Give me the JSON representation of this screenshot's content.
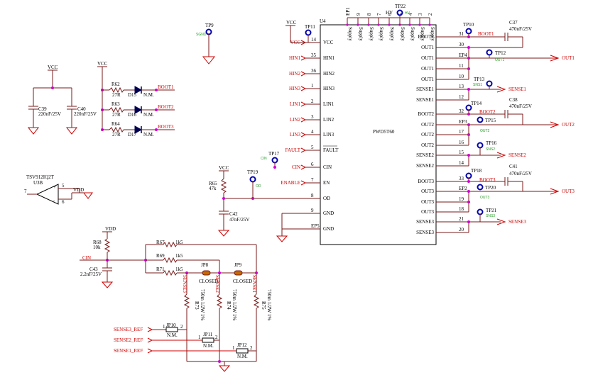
{
  "ic": {
    "ref": "U4",
    "name": "PWD5T60",
    "left_pins": [
      {
        "num": "14",
        "name": "VCC",
        "net": "VCC"
      },
      {
        "num": "35",
        "name": "HIN1",
        "net": "HIN1"
      },
      {
        "num": "36",
        "name": "HIN2",
        "net": "HIN2"
      },
      {
        "num": "1",
        "name": "HIN3",
        "net": "HIN3"
      },
      {
        "num": "2",
        "name": "LIN1",
        "net": "LIN1"
      },
      {
        "num": "3",
        "name": "LIN2",
        "net": "LIN2"
      },
      {
        "num": "4",
        "name": "LIN3",
        "net": "LIN3"
      },
      {
        "num": "5",
        "name": "FAULT",
        "net": "FAULT"
      },
      {
        "num": "6",
        "name": "CIN",
        "net": "CIN"
      },
      {
        "num": "7",
        "name": "EN",
        "net": "ENABLE"
      },
      {
        "num": "8",
        "name": "OD",
        "net": ""
      },
      {
        "num": "9",
        "name": "GND",
        "net": ""
      },
      {
        "num": "EP5",
        "name": "GND",
        "net": ""
      }
    ],
    "right_pins": [
      {
        "num": "31",
        "name": "BOOT1"
      },
      {
        "num": "30",
        "name": "OUT1"
      },
      {
        "num": "EP4",
        "name": "OUT1"
      },
      {
        "num": "11",
        "name": "OUT1"
      },
      {
        "num": "10",
        "name": "OUT1"
      },
      {
        "num": "13",
        "name": "SENSE1"
      },
      {
        "num": "12",
        "name": "SENSE1"
      },
      {
        "num": "32",
        "name": "BOOT2"
      },
      {
        "num": "EP3",
        "name": "OUT2"
      },
      {
        "num": "17",
        "name": "OUT2"
      },
      {
        "num": "16",
        "name": "OUT2"
      },
      {
        "num": "15",
        "name": "SENSE2"
      },
      {
        "num": "14",
        "name": "SENSE2"
      },
      {
        "num": "33",
        "name": "BOOT3"
      },
      {
        "num": "EP2",
        "name": "OUT3"
      },
      {
        "num": "19",
        "name": "OUT3"
      },
      {
        "num": "18",
        "name": "OUT3"
      },
      {
        "num": "21",
        "name": "SENSE3"
      },
      {
        "num": "20",
        "name": "SENSE3"
      }
    ],
    "top_pins": [
      {
        "num": "EP1",
        "name": "Supply"
      },
      {
        "num": "9",
        "name": "Supply"
      },
      {
        "num": "8",
        "name": "Supply"
      },
      {
        "num": "7",
        "name": "Supply"
      },
      {
        "num": "6",
        "name": "Supply"
      },
      {
        "num": "5",
        "name": "Supply"
      },
      {
        "num": "4",
        "name": "Supply"
      },
      {
        "num": "3",
        "name": "Supply"
      },
      {
        "num": "2",
        "name": "Supply"
      }
    ],
    "hv_label": "HV"
  },
  "nets": {
    "vcc": "VCC",
    "vdd": "VDD",
    "boot1": "BOOT1",
    "boot2": "BOOT2",
    "boot3": "BOOT3",
    "out1": "OUT1",
    "out2": "OUT2",
    "out3": "OUT3",
    "sense1": "SENSE1",
    "sense2": "SENSE2",
    "sense3": "SENSE3",
    "cin": "CIN",
    "sense3_ref": "SENSE3_REF",
    "sense2_ref": "SENSE2_REF",
    "sense1_ref": "SENSE1_REF"
  },
  "testpoints": [
    {
      "ref": "TP9",
      "net": "SGND"
    },
    {
      "ref": "TP22",
      "net": "HV"
    },
    {
      "ref": "TP11",
      "net": ""
    },
    {
      "ref": "TP10",
      "net": ""
    },
    {
      "ref": "TP12",
      "net": "OUT1"
    },
    {
      "ref": "TP13",
      "net": "SNS1"
    },
    {
      "ref": "TP14",
      "net": ""
    },
    {
      "ref": "TP15",
      "net": "OUT2"
    },
    {
      "ref": "TP16",
      "net": "SNS2"
    },
    {
      "ref": "TP18",
      "net": ""
    },
    {
      "ref": "TP20",
      "net": "OUT3"
    },
    {
      "ref": "TP21",
      "net": "SNS3"
    },
    {
      "ref": "TP17",
      "net": "CIN"
    },
    {
      "ref": "TP19",
      "net": "OD"
    }
  ],
  "caps": [
    {
      "ref": "C39",
      "value": "220nF/25V"
    },
    {
      "ref": "C40",
      "value": "220nF/25V"
    },
    {
      "ref": "C37",
      "value": "470nF/25V"
    },
    {
      "ref": "C38",
      "value": "470nF/25V"
    },
    {
      "ref": "C41",
      "value": "470nF/25V"
    },
    {
      "ref": "C42",
      "value": "47nF/25V"
    },
    {
      "ref": "C43",
      "value": "2.2nF/25V"
    }
  ],
  "resistors": [
    {
      "ref": "R62",
      "value": "27R"
    },
    {
      "ref": "R63",
      "value": "27R"
    },
    {
      "ref": "R64",
      "value": "27R"
    },
    {
      "ref": "R65",
      "value": "47k"
    },
    {
      "ref": "R68",
      "value": "10k"
    },
    {
      "ref": "R67",
      "value": "1k5"
    },
    {
      "ref": "R69",
      "value": "1k5"
    },
    {
      "ref": "R71",
      "value": "1k5"
    },
    {
      "ref": "R73",
      "value": "750m 1/2W 1%"
    },
    {
      "ref": "R74",
      "value": "750m 1/2W 1%"
    },
    {
      "ref": "R75",
      "value": "750m 1/2W 1%"
    }
  ],
  "diodes": [
    {
      "ref": "D15",
      "value": "N.M."
    },
    {
      "ref": "D16",
      "value": "N.M."
    },
    {
      "ref": "D17",
      "value": "N.M."
    }
  ],
  "jumpers": [
    {
      "ref": "JP8",
      "value": "CLOSED"
    },
    {
      "ref": "JP9",
      "value": "CLOSED"
    },
    {
      "ref": "JP10",
      "value": "N.M."
    },
    {
      "ref": "JP11",
      "value": "N.M."
    },
    {
      "ref": "JP12",
      "value": "N.M."
    }
  ],
  "opamp": {
    "part": "TSV912IQ2T",
    "ref": "U3B",
    "pins": [
      "7",
      "5",
      "6"
    ],
    "plus": "+",
    "minus": "-"
  },
  "jumper_pin_numbers": [
    "1",
    "2"
  ],
  "colors": {
    "wire": "#7a1a1a",
    "net": "#cc0000",
    "junction": "#d000d0",
    "testpoint": "#0000aa",
    "testnet": "#2a9a2a"
  }
}
